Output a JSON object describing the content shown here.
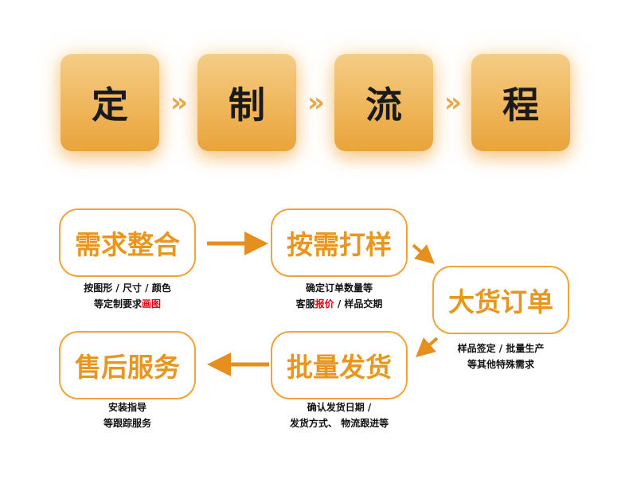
{
  "title_chars": [
    "定",
    "制",
    "流",
    "程"
  ],
  "chevron_symbol": "»",
  "steps": {
    "s1": {
      "label": "需求整合",
      "line1": "按图形 / 尺寸 / 颜色",
      "line2a": "等定制要求",
      "line2b": "画图",
      "line2c": ""
    },
    "s2": {
      "label": "按需打样",
      "line1": "确定订单数量等",
      "line2a": "客服",
      "line2b": "报价",
      "line2c": " / 样品交期"
    },
    "s3": {
      "label": "大货订单",
      "line1": "样品签定 / 批量生产",
      "line2": "等其他特殊需求"
    },
    "s4": {
      "label": "批量发货",
      "line1": "确认发货日期 /",
      "line2": "发货方式、 物流跟进等"
    },
    "s5": {
      "label": "售后服务",
      "line1": "安装指导",
      "line2": "等跟踪服务"
    }
  },
  "colors": {
    "accent": "#f0a53a",
    "step_text": "#e8961e",
    "highlight": "#e60012",
    "arrow": "#e68f1e"
  },
  "icons": {
    "chevron": "double-chevron-right-icon",
    "arrow": "arrow-icon"
  }
}
